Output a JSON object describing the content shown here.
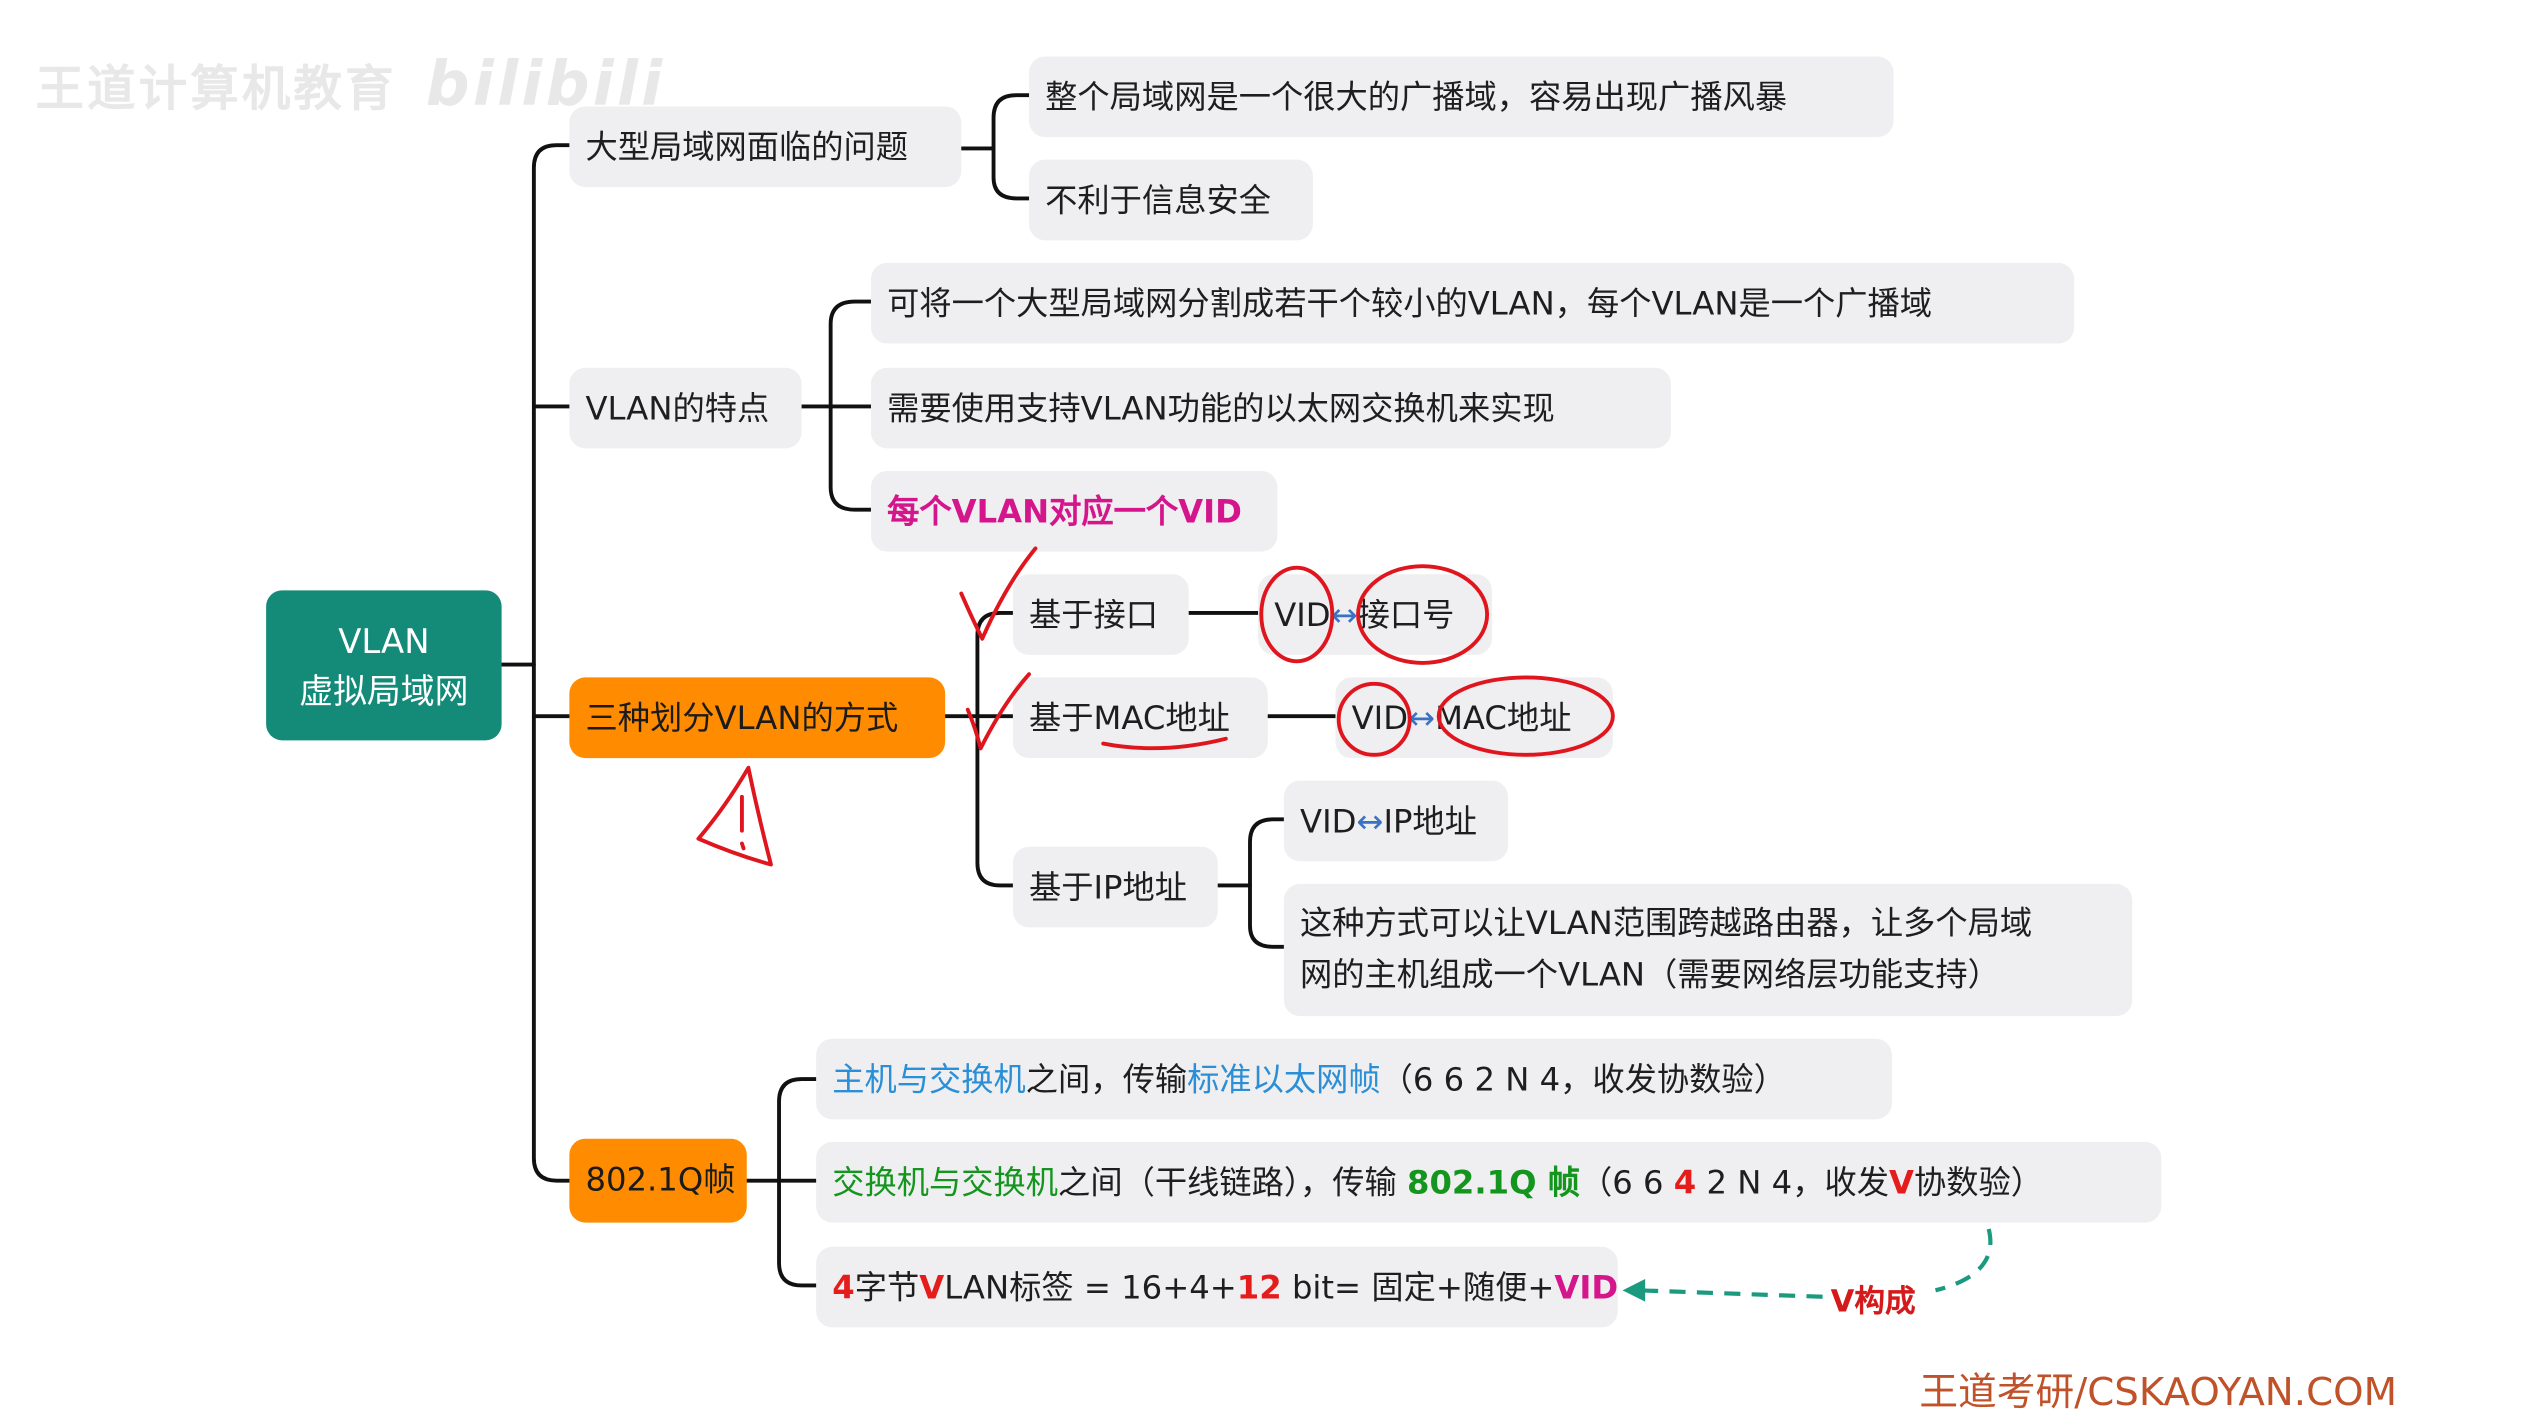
{
  "watermark": {
    "text": "王道计算机教育",
    "brand": "bilibili"
  },
  "root": {
    "line1": "VLAN",
    "line2": "虚拟局域网"
  },
  "problems": {
    "label": "大型局域网面临的问题",
    "items": [
      "整个局域网是一个很大的广播域，容易出现广播风暴",
      "不利于信息安全"
    ]
  },
  "features": {
    "label": "VLAN的特点",
    "items": [
      "可将一个大型局域网分割成若干个较小的VLAN，每个VLAN是一个广播域",
      "需要使用支持VLAN功能的以太网交换机来实现",
      "每个VLAN对应一个VID"
    ]
  },
  "methods": {
    "label": "三种划分VLAN的方式",
    "port": {
      "label": "基于接口",
      "map_left": "VID",
      "arrow": "↔",
      "map_right": "接口号"
    },
    "mac": {
      "label": "基于MAC地址",
      "map_left": "VID",
      "arrow": "↔",
      "map_right": "MAC地址"
    },
    "ip": {
      "label": "基于IP地址",
      "map_left": "VID",
      "arrow": "↔",
      "map_right": "IP地址",
      "note_line1": "这种方式可以让VLAN范围跨越路由器，让多个局域",
      "note_line2": "网的主机组成一个VLAN（需要网络层功能支持）"
    }
  },
  "frame": {
    "label": "802.1Q帧",
    "host_switch": {
      "a": "主机与交换机",
      "b": "之间，传输",
      "c": "标准以太网帧",
      "d": "（6 6 2 N 4，收发协数验）"
    },
    "switch_switch": {
      "a": "交换机与交换机",
      "b": "之间（干线链路），传输 ",
      "c": "802.1Q 帧",
      "d": "（6 6 ",
      "e": "4",
      "f": " 2 N 4，收发",
      "g": "V",
      "h": "协数验）"
    },
    "tag": {
      "a": "4",
      "b": "字节",
      "c": "V",
      "d": "LAN标签 = 16+4+",
      "e": "12",
      "f": " bit= 固定+随便+",
      "g": "VID"
    },
    "annotation": "V构成"
  },
  "footer": "王道考研/CSKAOYAN.COM",
  "colors": {
    "root": "#148a78",
    "orange": "#ff8c00",
    "node": "#efeff1",
    "pink": "#d4158b",
    "blue": "#2a8fd6",
    "green": "#14961e",
    "red": "#e41c1c",
    "teal_arrow": "#1a9a7e"
  }
}
